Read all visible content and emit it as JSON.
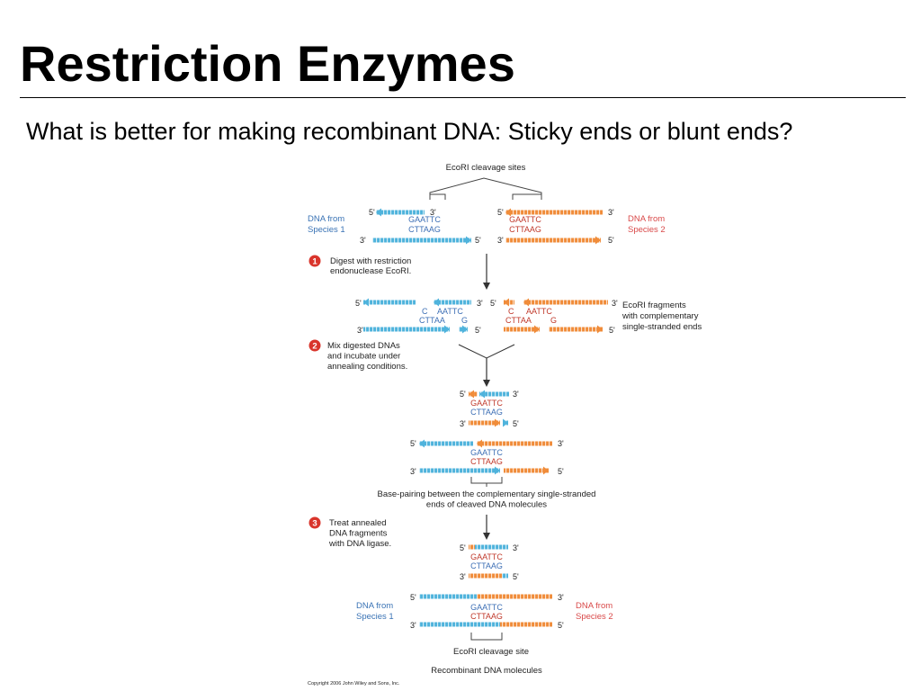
{
  "title": "Restriction Enzymes",
  "question": "What is better for making recombinant DNA: Sticky ends or blunt ends?",
  "colors": {
    "blue_strand": "#4fb3dc",
    "orange_strand": "#f08c3a",
    "label_blue": "#3a73b5",
    "label_red": "#d94a4a",
    "step_badge": "#d9342b",
    "sequence_blue": "#3d6fb5",
    "sequence_red": "#c0392b",
    "text": "#222222"
  },
  "figure": {
    "cleavage_sites_title": "EcoRI cleavage sites",
    "dna_species1": [
      "DNA from",
      "Species 1"
    ],
    "dna_species2": [
      "DNA from",
      "Species 2"
    ],
    "prime5": "5'",
    "prime3": "3'",
    "seq_top": "GAATTC",
    "seq_bottom": "CTTAAG",
    "step1_number": "1",
    "step1_text": [
      "Digest with restriction",
      "endonuclease EcoRI."
    ],
    "frag_c": "C",
    "frag_aattc": "AATTC",
    "frag_cttaa": "CTTAA",
    "frag_g": "G",
    "fragments_note": [
      "EcoRI fragments",
      "with complementary",
      "single-stranded ends"
    ],
    "step2_number": "2",
    "step2_text": [
      "Mix digested DNAs",
      "and incubate under",
      "annealing conditions."
    ],
    "basepairing_caption": [
      "Base-pairing between the complementary single-stranded",
      "ends of cleaved DNA molecules"
    ],
    "step3_number": "3",
    "step3_text": [
      "Treat annealed",
      "DNA fragments",
      "with DNA ligase."
    ],
    "final_site_label": "EcoRI cleavage site",
    "recombinant_label": "Recombinant DNA molecules",
    "copyright": "Copyright 2006 John Wiley and Sons, Inc."
  }
}
